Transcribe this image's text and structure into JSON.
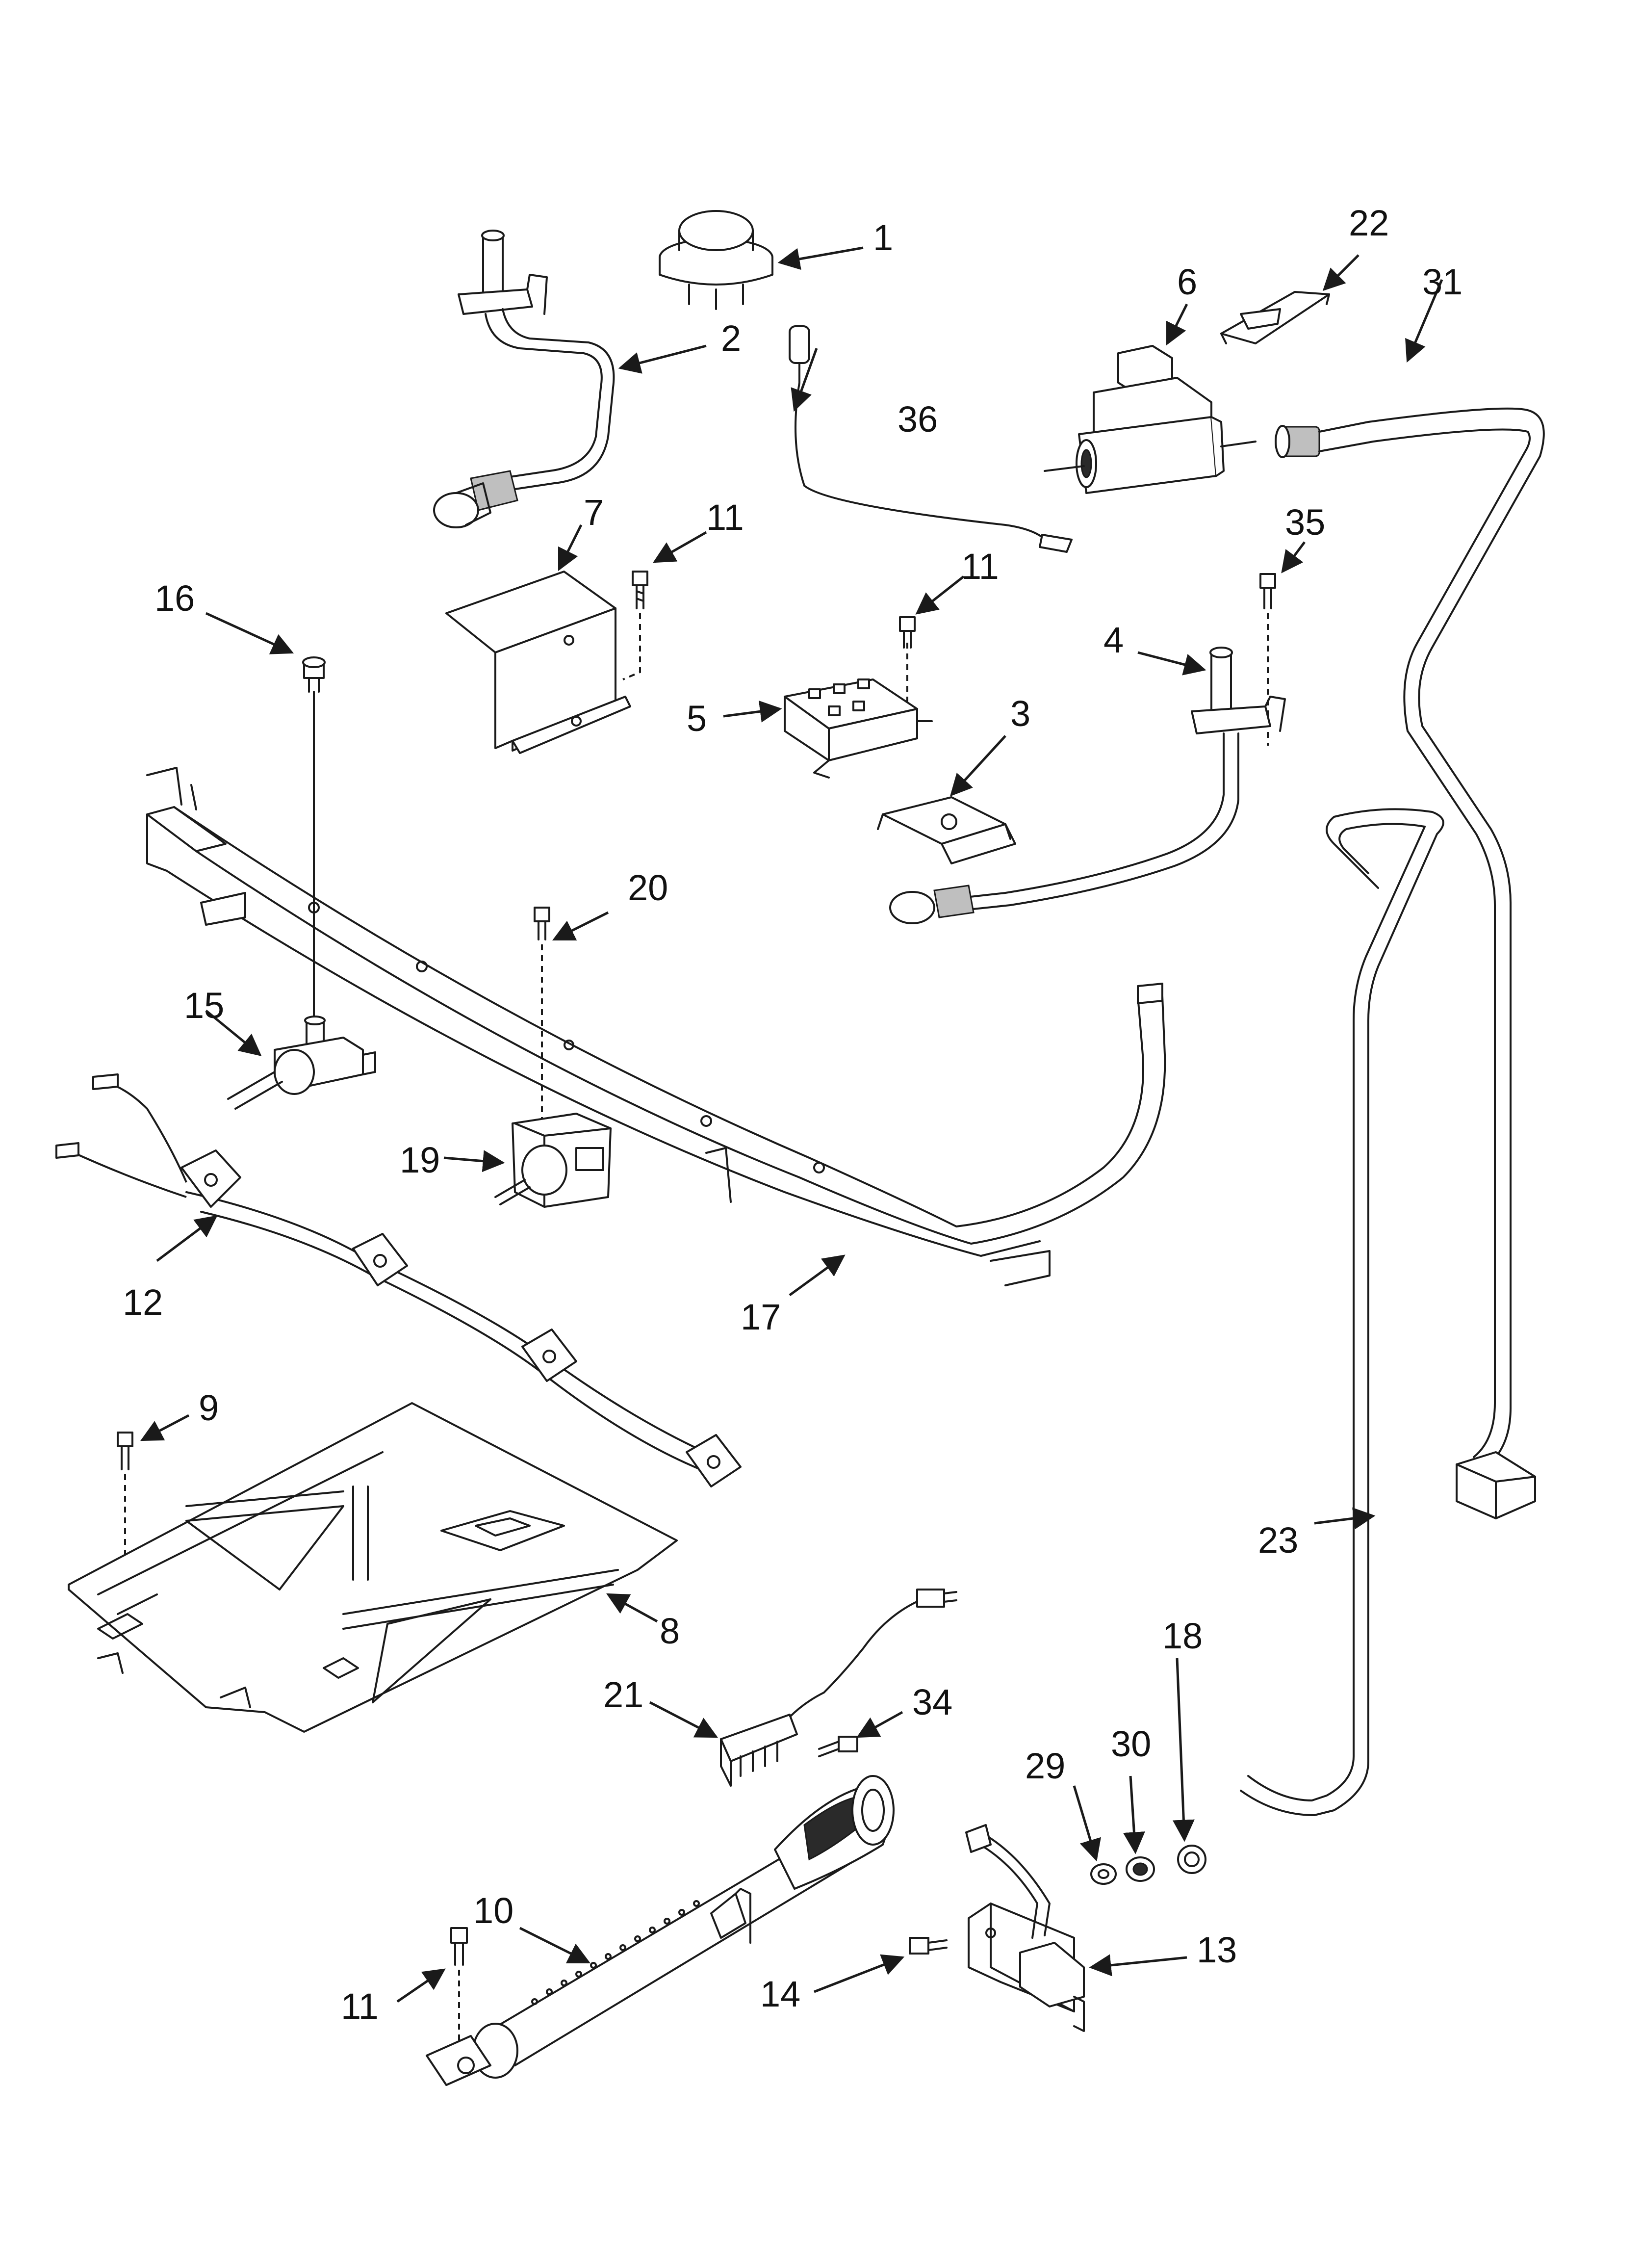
{
  "callouts": {
    "c1": "1",
    "c2": "2",
    "c3": "3",
    "c4": "4",
    "c5": "5",
    "c6": "6",
    "c7": "7",
    "c8": "8",
    "c9": "9",
    "c10": "10",
    "c11a": "11",
    "c11b": "11",
    "c11c": "11",
    "c12": "12",
    "c13": "13",
    "c14": "14",
    "c15": "15",
    "c16": "16",
    "c17": "17",
    "c18": "18",
    "c19": "19",
    "c20": "20",
    "c21": "21",
    "c22": "22",
    "c23": "23",
    "c29": "29",
    "c30": "30",
    "c31": "31",
    "c34": "34",
    "c35": "35",
    "c36": "36"
  },
  "colors": {
    "line": "#1a1a1a",
    "background": "#ffffff"
  }
}
